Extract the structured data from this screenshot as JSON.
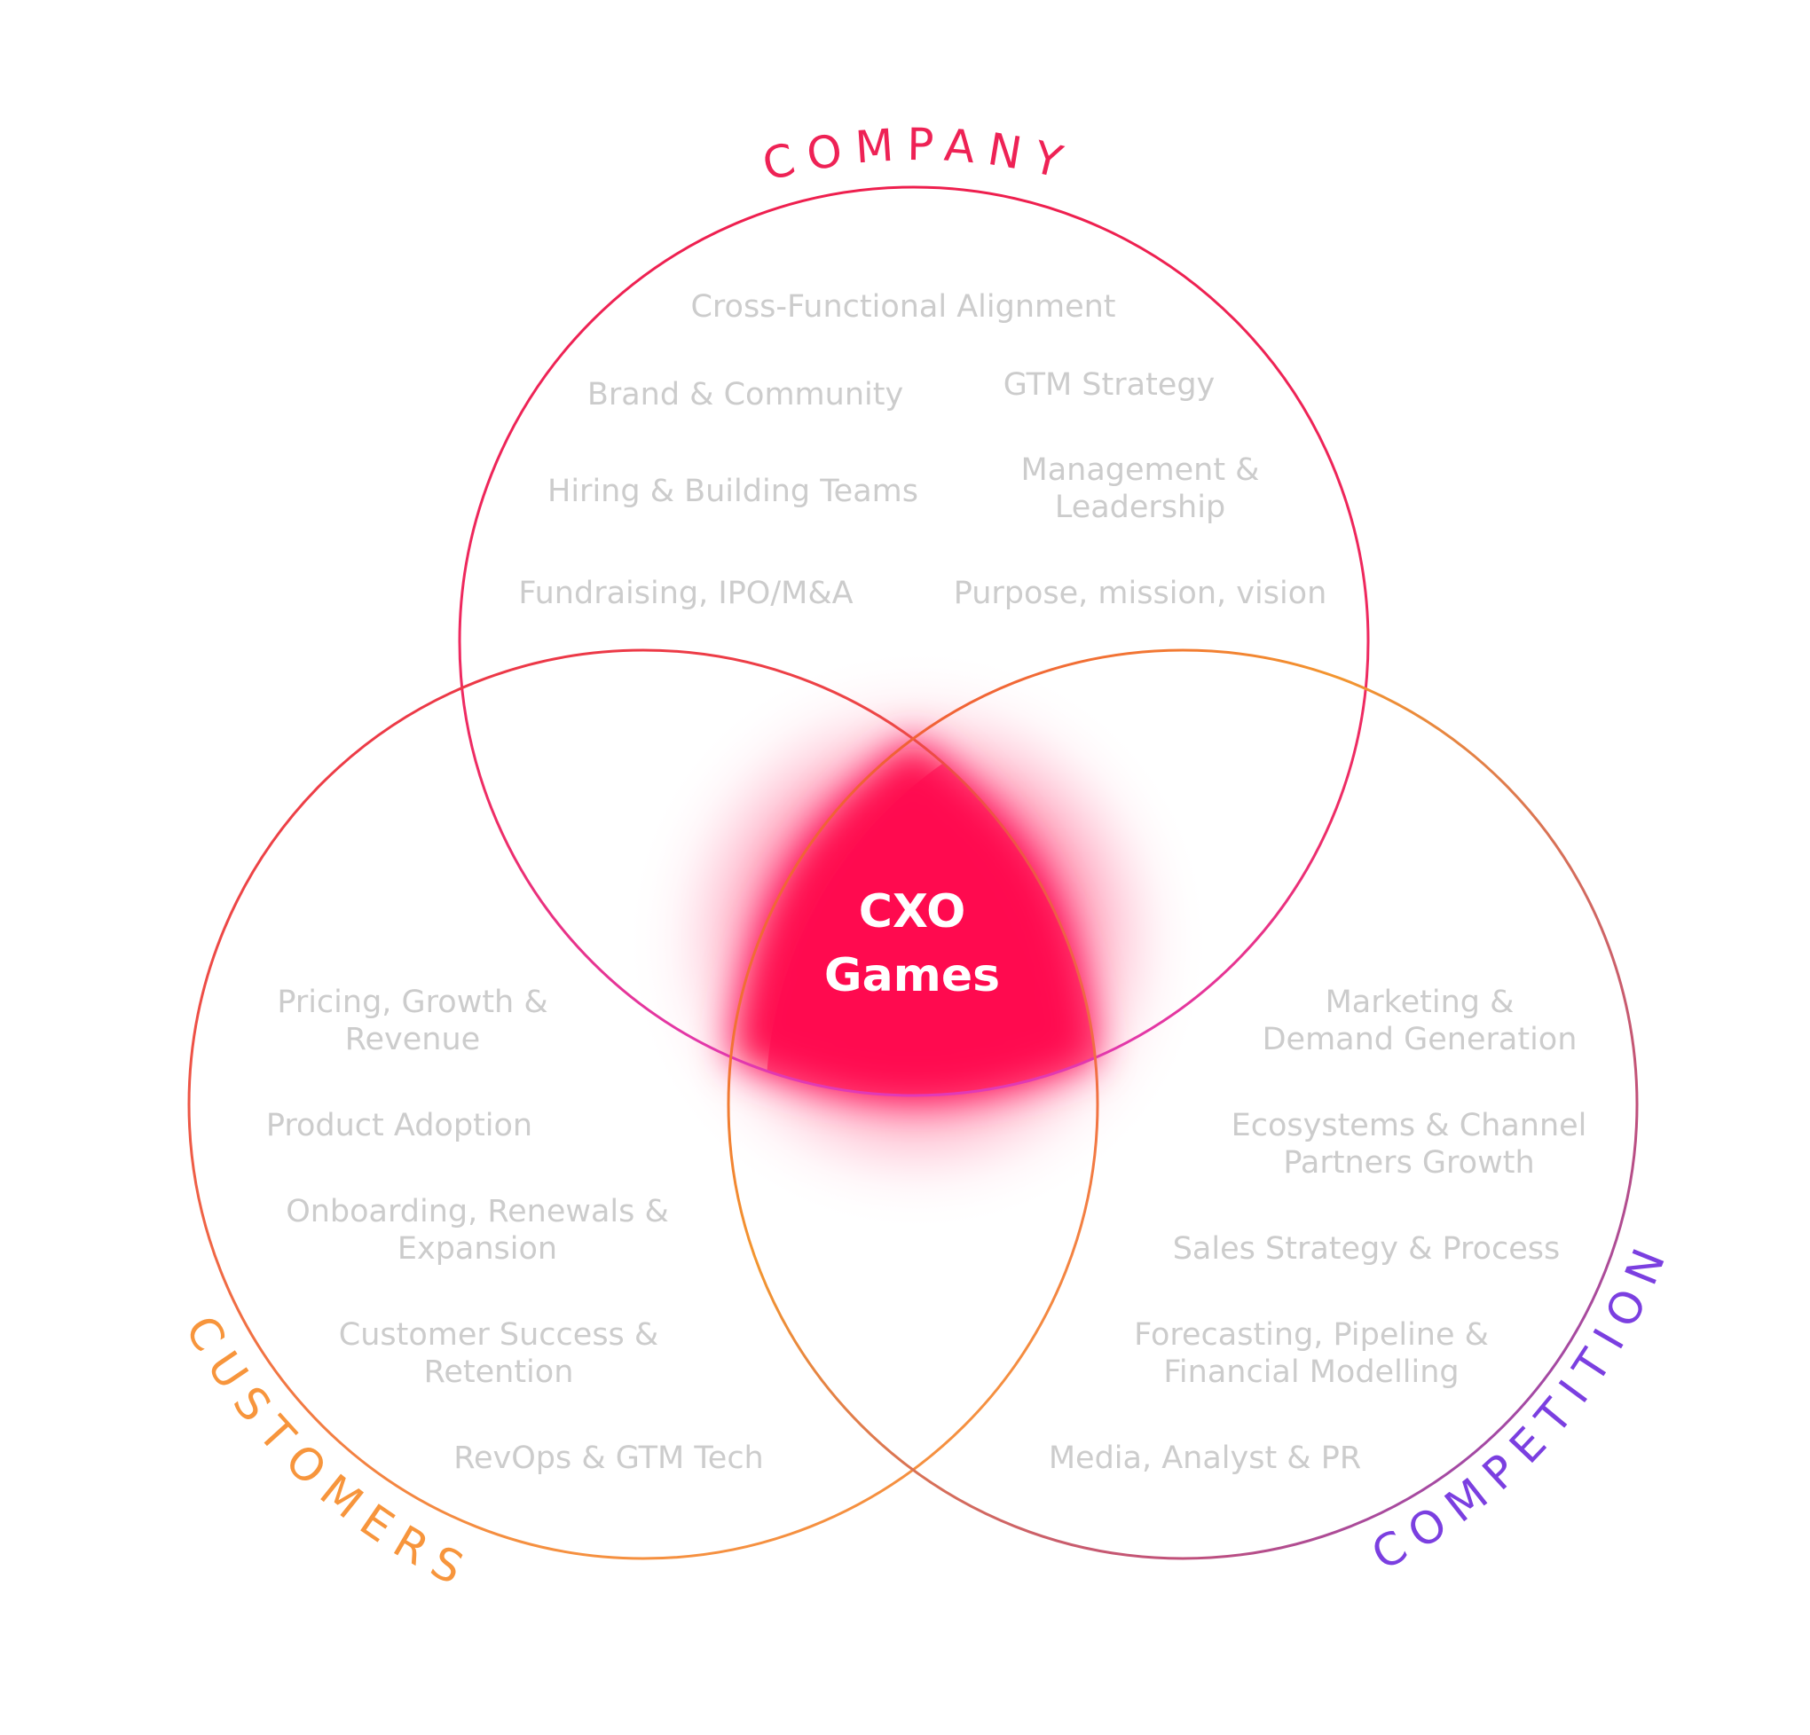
{
  "colors": {
    "company": "#ee2255",
    "customers": "#f7953c",
    "competition": "#7b3fe0",
    "center": "#ff0a50",
    "topic_text": "#cccccc",
    "center_text": "#ffffff"
  },
  "labels": {
    "company": "COMPANY",
    "customers": "CUSTOMERS",
    "competition": "COMPETITION"
  },
  "center": {
    "line1": "CXO",
    "line2": "Games"
  },
  "company_topics": {
    "cross_functional": "Cross-Functional Alignment",
    "brand": "Brand & Community",
    "gtm_strategy": "GTM Strategy",
    "hiring": "Hiring & Building Teams",
    "management_l1": "Management &",
    "management_l2": "Leadership",
    "fundraising": "Fundraising, IPO/M&A",
    "purpose": "Purpose, mission, vision"
  },
  "customer_topics": {
    "pricing_l1": "Pricing, Growth &",
    "pricing_l2": "Revenue",
    "adoption": "Product Adoption",
    "onboarding_l1": "Onboarding, Renewals &",
    "onboarding_l2": "Expansion",
    "success_l1": "Customer Success &",
    "success_l2": "Retention",
    "revops": "RevOps & GTM Tech"
  },
  "competition_topics": {
    "marketing_l1": "Marketing &",
    "marketing_l2": "Demand Generation",
    "ecosystems_l1": "Ecosystems & Channel",
    "ecosystems_l2": "Partners Growth",
    "sales": "Sales Strategy & Process",
    "forecasting_l1": "Forecasting, Pipeline &",
    "forecasting_l2": "Financial Modelling",
    "media": "Media, Analyst & PR"
  }
}
